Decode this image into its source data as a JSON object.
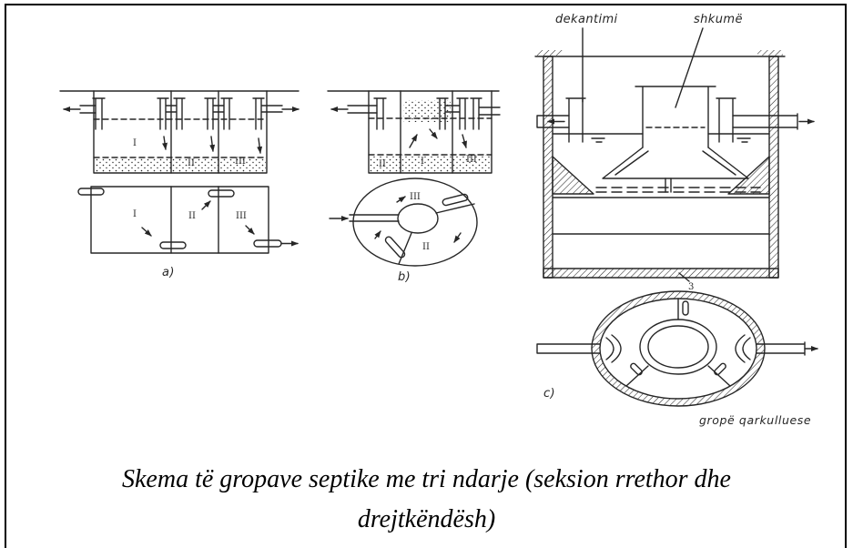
{
  "diagram_a": {
    "label": "a)",
    "elevation_numerals": [
      "I",
      "II",
      "III"
    ],
    "plan_numerals": [
      "I",
      "II",
      "III"
    ]
  },
  "diagram_b": {
    "label": "b)",
    "elevation_numerals": [
      "II",
      "I",
      "III"
    ],
    "plan_numerals": [
      "III",
      "II"
    ]
  },
  "diagram_c": {
    "label": "c)",
    "decanting_label": "dekantimi",
    "scum_label": "shkumë",
    "part_number": "3",
    "plan_label": "gropë qarkulluese"
  },
  "caption": {
    "line1": "Skema të gropave septike me tri ndarje (seksion rrethor dhe",
    "line2": "drejtkëndësh)"
  },
  "colors": {
    "ink": "#262626",
    "text": "#000000",
    "paper": "#ffffff"
  }
}
